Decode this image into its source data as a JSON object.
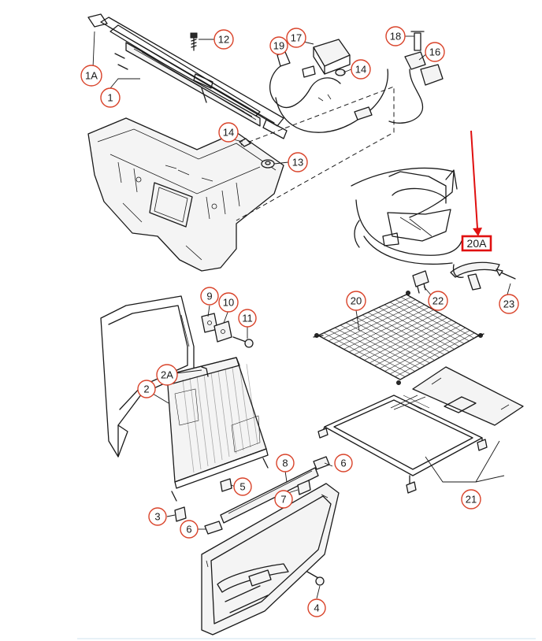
{
  "callouts": [
    "1A",
    "1",
    "12",
    "19",
    "17",
    "14",
    "18",
    "16",
    "14",
    "13",
    "9",
    "10",
    "11",
    "2A",
    "2",
    "5",
    "8",
    "6",
    "7",
    "3",
    "6",
    "4",
    "20",
    "22",
    "23",
    "21"
  ],
  "highlight": {
    "label": "20A",
    "color": "#e01010"
  },
  "colors": {
    "callout_ring": "#d9432a",
    "arrow": "#e01010",
    "line": "#1a1a1a"
  }
}
